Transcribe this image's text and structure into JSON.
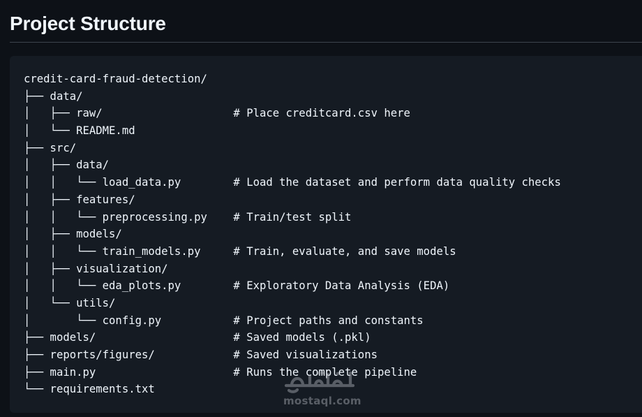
{
  "heading": "Project Structure",
  "code_lines": [
    "credit-card-fraud-detection/",
    "├── data/",
    "│   ├── raw/                    # Place creditcard.csv here",
    "│   └── README.md",
    "├── src/",
    "│   ├── data/",
    "│   │   └── load_data.py        # Load the dataset and perform data quality checks",
    "│   ├── features/",
    "│   │   └── preprocessing.py    # Train/test split",
    "│   ├── models/",
    "│   │   └── train_models.py     # Train, evaluate, and save models",
    "│   ├── visualization/",
    "│   │   └── eda_plots.py        # Exploratory Data Analysis (EDA)",
    "│   └── utils/",
    "│       └── config.py           # Project paths and constants",
    "├── models/                     # Saved models (.pkl)",
    "├── reports/figures/            # Saved visualizations",
    "├── main.py                     # Runs the complete pipeline",
    "└── requirements.txt"
  ],
  "watermark": {
    "logo_text": "مستقل",
    "site": "mostaql.com"
  },
  "colors": {
    "page_bg": "#0d1117",
    "code_bg": "#151b23",
    "text": "#f0f6fc",
    "rule": "#3d444d"
  }
}
